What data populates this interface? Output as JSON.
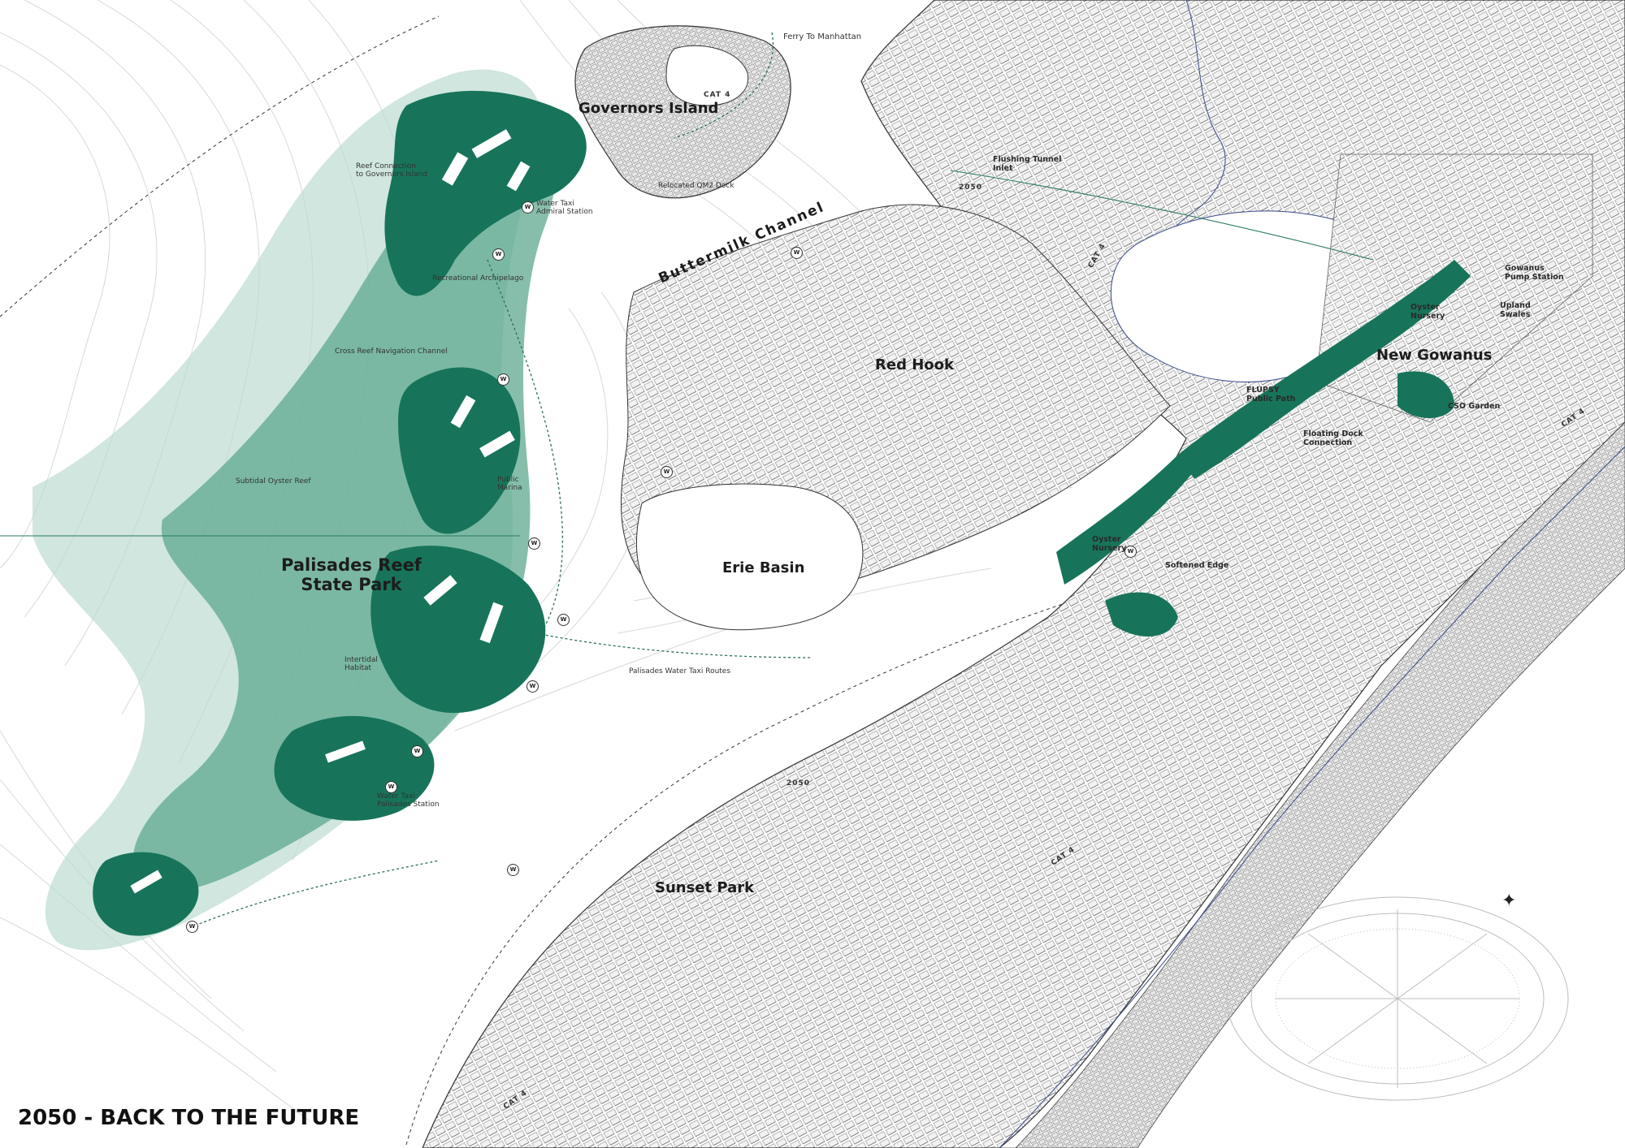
{
  "title": "2050 - BACK TO THE FUTURE",
  "places": {
    "governors_island": "Governors Island",
    "buttermilk_channel": "Buttermilk Channel",
    "red_hook": "Red Hook",
    "new_gowanus": "New Gowanus",
    "erie_basin": "Erie Basin",
    "palisades_reef_line1": "Palisades Reef",
    "palisades_reef_line2": "State Park",
    "sunset_park": "Sunset Park"
  },
  "annotations": {
    "ferry": "Ferry To Manhattan",
    "cat4": "CAT 4",
    "reef_connection_1": "Reef Connection",
    "reef_connection_2": "to Governors Island",
    "water_taxi_admiral_1": "Water Taxi",
    "water_taxi_admiral_2": "Admiral Station",
    "relocated_qm2": "Relocated QM2 Dock",
    "flushing_tunnel_1": "Flushing Tunnel",
    "flushing_tunnel_2": "Inlet",
    "year_2050": "2050",
    "recreational_archipelago": "Recreational Archipelago",
    "cross_reef_channel": "Cross Reef Navigation Channel",
    "subtidal_oyster_reef": "Subtidal Oyster Reef",
    "public_marina_1": "Public",
    "public_marina_2": "Marina",
    "intertidal_1": "Intertidal",
    "intertidal_2": "Habitat",
    "palisades_routes": "Palisades Water Taxi Routes",
    "wt_palisades_1": "Water Taxi",
    "wt_palisades_2": "Palisades Station",
    "gowanus_pump_1": "Gowanus",
    "gowanus_pump_2": "Pump Station",
    "oyster_nursery_1": "Oyster",
    "oyster_nursery_2": "Nursery",
    "upland_1": "Upland",
    "upland_2": "Swales",
    "flupsy_1": "FLUPSY",
    "flupsy_2": "Public Path",
    "cso_garden": "CSO Garden",
    "floating_dock_1": "Floating Dock",
    "floating_dock_2": "Connection",
    "softened_edge": "Softened Edge"
  },
  "station_marker": "W",
  "colors": {
    "reef_dark": "#17745a",
    "reef_mid": "#5da88f",
    "reef_light": "#bcdcd0",
    "contour": "#c9d2cf",
    "route": "#2a6e5a",
    "ink": "#222222",
    "shore": "#3a4a8a"
  }
}
